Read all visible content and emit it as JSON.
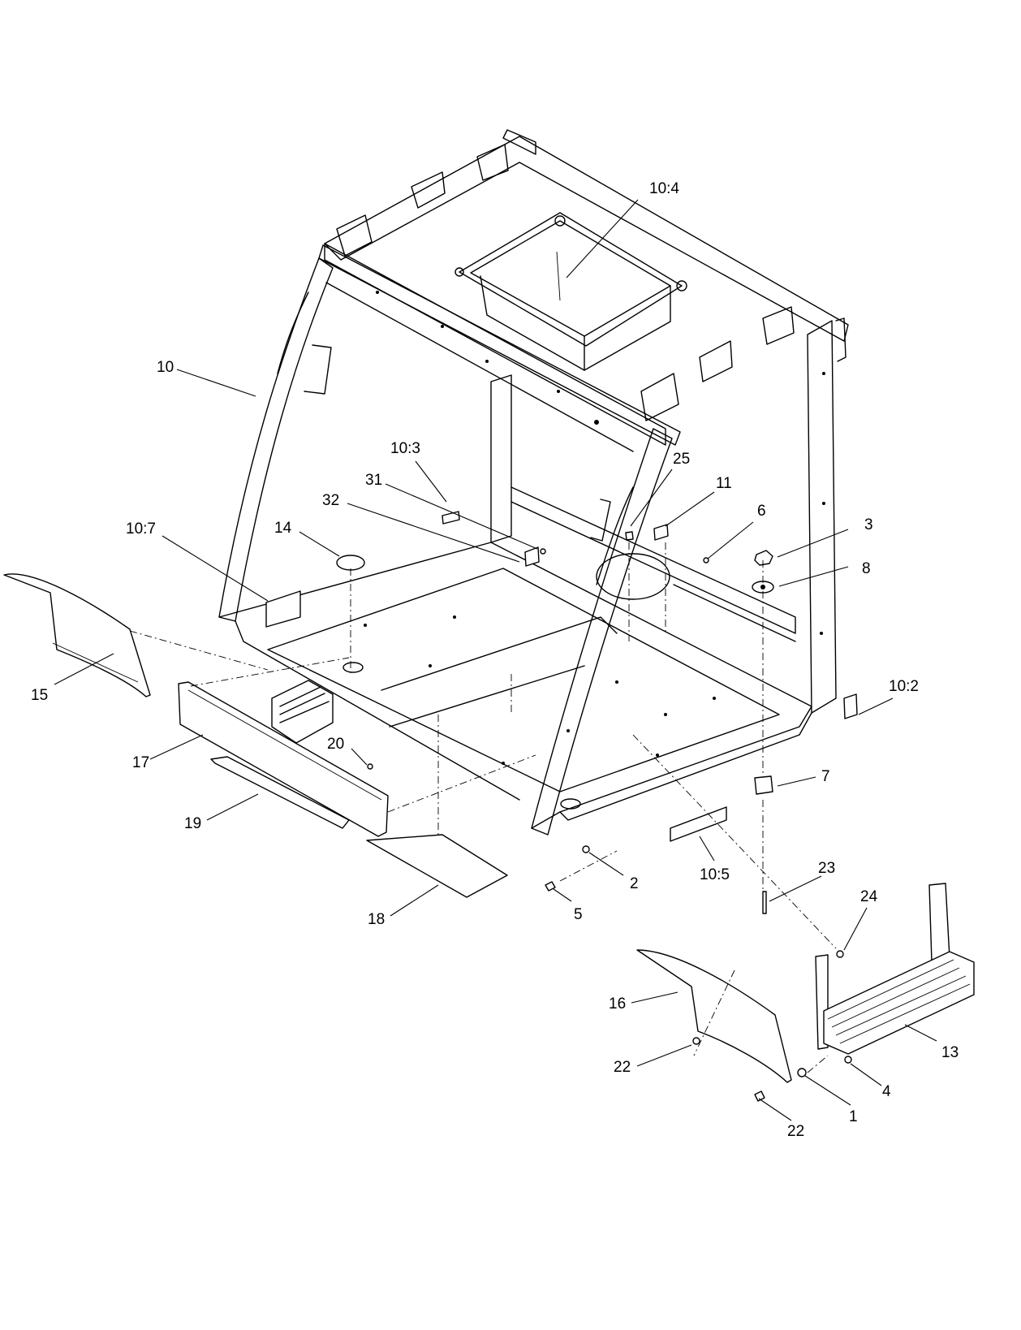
{
  "callouts": [
    {
      "id": "c-10-4",
      "label": "10:4"
    },
    {
      "id": "c-10",
      "label": "10"
    },
    {
      "id": "c-10-3",
      "label": "10:3"
    },
    {
      "id": "c-25",
      "label": "25"
    },
    {
      "id": "c-11",
      "label": "11"
    },
    {
      "id": "c-31",
      "label": "31"
    },
    {
      "id": "c-32",
      "label": "32"
    },
    {
      "id": "c-6",
      "label": "6"
    },
    {
      "id": "c-3",
      "label": "3"
    },
    {
      "id": "c-10-7",
      "label": "10:7"
    },
    {
      "id": "c-14",
      "label": "14"
    },
    {
      "id": "c-8",
      "label": "8"
    },
    {
      "id": "c-15",
      "label": "15"
    },
    {
      "id": "c-10-2",
      "label": "10:2"
    },
    {
      "id": "c-17",
      "label": "17"
    },
    {
      "id": "c-20",
      "label": "20"
    },
    {
      "id": "c-7",
      "label": "7"
    },
    {
      "id": "c-19",
      "label": "19"
    },
    {
      "id": "c-2",
      "label": "2"
    },
    {
      "id": "c-10-5",
      "label": "10:5"
    },
    {
      "id": "c-23",
      "label": "23"
    },
    {
      "id": "c-5",
      "label": "5"
    },
    {
      "id": "c-18",
      "label": "18"
    },
    {
      "id": "c-24",
      "label": "24"
    },
    {
      "id": "c-16",
      "label": "16"
    },
    {
      "id": "c-13",
      "label": "13"
    },
    {
      "id": "c-22a",
      "label": "22"
    },
    {
      "id": "c-4",
      "label": "4"
    },
    {
      "id": "c-1",
      "label": "1"
    },
    {
      "id": "c-22b",
      "label": "22"
    }
  ]
}
